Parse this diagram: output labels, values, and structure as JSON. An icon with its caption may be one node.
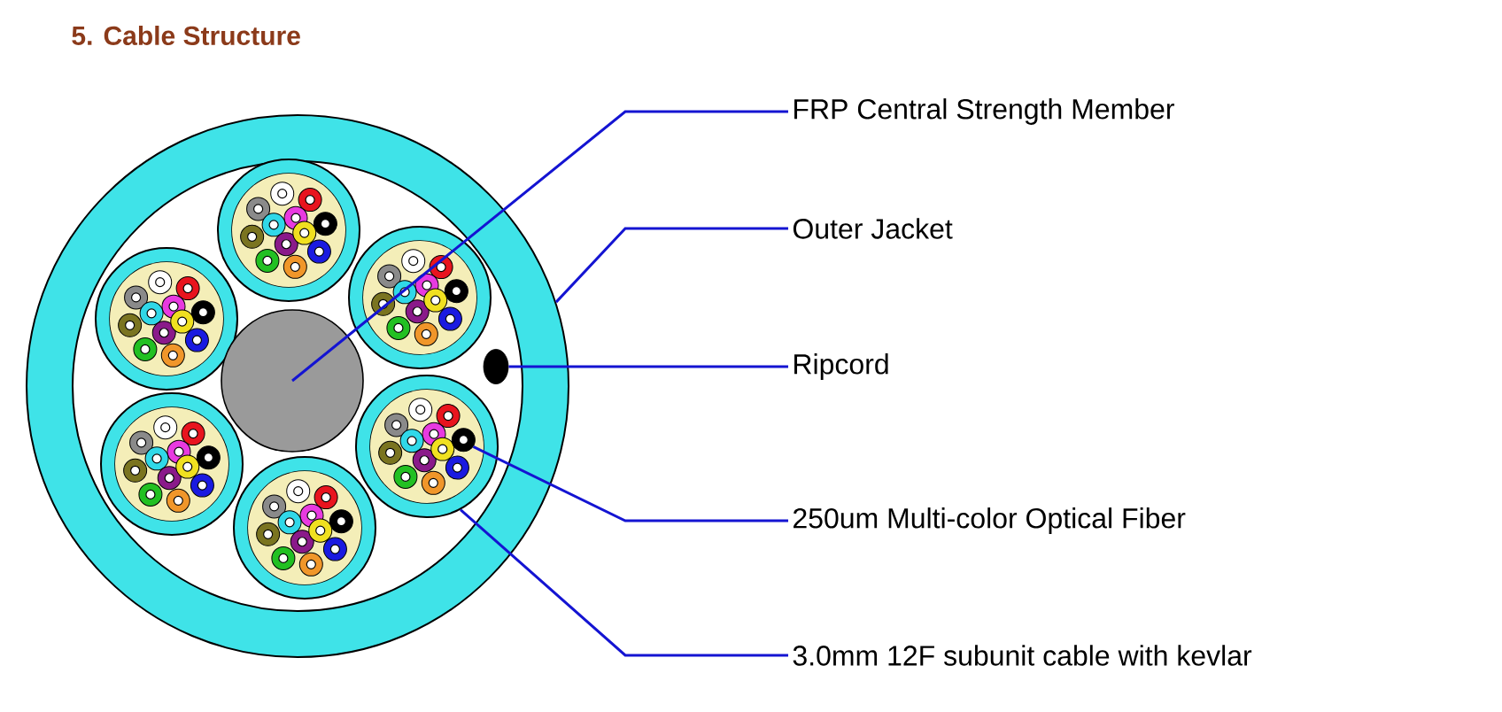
{
  "diagram": {
    "title": "5.  Cable Structure",
    "nodes": [
      {
        "text": [
          "FRP Central Strength Member"
        ]
      },
      {
        "text": [
          "Outer Jacket"
        ]
      },
      {
        "text": [
          "Ripcord"
        ]
      },
      {
        "text": [
          "250um Multi-color Optical Fiber"
        ]
      },
      {
        "text": [
          "3.0mm 12F subunit cable with kevlar"
        ]
      },
      {
        "text": [],
        "shape": "circle"
      },
      {
        "text": [],
        "shape": "circle",
        "in": 5
      },
      {
        "text": [],
        "shape": "circle",
        "in": 5
      },
      {
        "text": [],
        "shape": "circle",
        "in": 5
      },
      {
        "text": [],
        "shape": "circle",
        "in": 8
      }
    ],
    "edges": [
      {
        "from": 0,
        "to": 6,
        "arrow": "none"
      },
      {
        "from": 1,
        "to": 5,
        "arrow": "none"
      },
      {
        "from": 2,
        "to": 7,
        "arrow": "none"
      },
      {
        "from": 3,
        "to": 9,
        "arrow": "none"
      },
      {
        "from": 4,
        "to": 8,
        "arrow": "none"
      }
    ]
  }
}
